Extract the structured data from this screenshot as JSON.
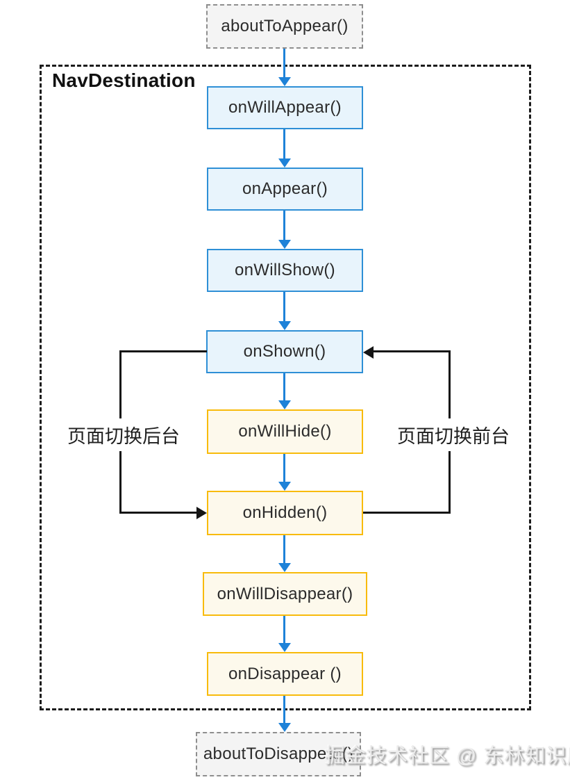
{
  "container": {
    "title": "NavDestination"
  },
  "nodes": {
    "about_to_appear": "aboutToAppear()",
    "on_will_appear": "onWillAppear()",
    "on_appear": "onAppear()",
    "on_will_show": "onWillShow()",
    "on_shown": "onShown()",
    "on_will_hide": "onWillHide()",
    "on_hidden": "onHidden()",
    "on_will_disappear": "onWillDisappear()",
    "on_disappear": "onDisappear ()",
    "about_to_disappear": "aboutToDisappear()"
  },
  "loops": {
    "to_background_label": "页面切换后台",
    "to_foreground_label": "页面切换前台"
  },
  "watermark": {
    "text": "掘金技术社区 @ 东林知识库"
  },
  "colors": {
    "blue_border": "#2e8fd6",
    "blue_fill": "#e8f4fc",
    "yellow_border": "#f8bb0c",
    "yellow_fill": "#fdf9ec",
    "arrow_blue": "#1e82d8",
    "loop_black": "#151515"
  }
}
